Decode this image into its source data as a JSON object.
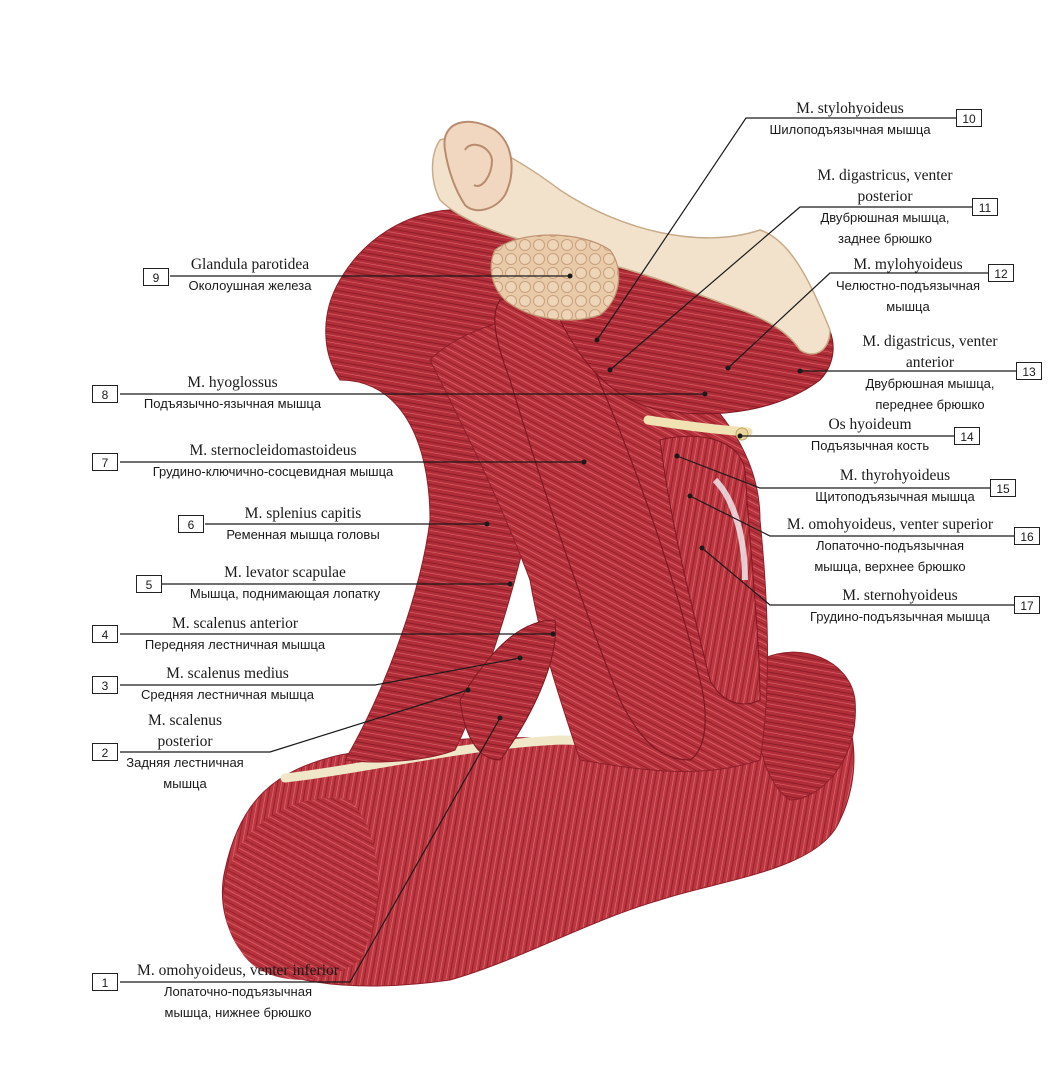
{
  "labels": [
    {
      "number": "1",
      "latin": "M. omohyoideus, venter inferior",
      "russian": "Лопаточно-подъязычная мышца, нижнее брюшко"
    },
    {
      "number": "2",
      "latin": "M. scalenus posterior",
      "russian": "Задняя лестничная мышца"
    },
    {
      "number": "3",
      "latin": "M. scalenus medius",
      "russian": "Средняя лестничная мышца"
    },
    {
      "number": "4",
      "latin": "M. scalenus anterior",
      "russian": "Передняя лестничная мышца"
    },
    {
      "number": "5",
      "latin": "M. levator scapulae",
      "russian": "Мышца, поднимающая лопатку"
    },
    {
      "number": "6",
      "latin": "M. splenius capitis",
      "russian": "Ременная мышца головы"
    },
    {
      "number": "7",
      "latin": "M. sternocleidomastoideus",
      "russian": "Грудино-ключично-сосцевидная мышца"
    },
    {
      "number": "8",
      "latin": "M. hyoglossus",
      "russian": "Подъязычно-язычная мышца"
    },
    {
      "number": "9",
      "latin": "Glandula parotidea",
      "russian": "Околоушная железа"
    },
    {
      "number": "10",
      "latin": "M. stylohyoideus",
      "russian": "Шилоподъязычная мышца"
    },
    {
      "number": "11",
      "latin": "M. digastricus, venter posterior",
      "russian": "Двубрюшная мышца, заднее брюшко"
    },
    {
      "number": "12",
      "latin": "M. mylohyoideus",
      "russian": "Челюстно-подъязычная мышца"
    },
    {
      "number": "13",
      "latin": "M. digastricus, venter anterior",
      "russian": "Двубрюшная мышца, переднее брюшко"
    },
    {
      "number": "14",
      "latin": "Os hyoideum",
      "russian": "Подъязычная кость"
    },
    {
      "number": "15",
      "latin": "M. thyrohyoideus",
      "russian": "Щитоподъязычная мышца"
    },
    {
      "number": "16",
      "latin": "M. omohyoideus, venter superior",
      "russian": "Лопаточно-подъязычная мышца, верхнее брюшко"
    },
    {
      "number": "17",
      "latin": "M. sternohyoideus",
      "russian": "Грудино-подъязычная мышца"
    }
  ],
  "colors": {
    "muscle": "#b8323c",
    "muscle_dark": "#8e1f2a",
    "muscle_light": "#d9616a",
    "tendon": "#eef0f2",
    "gland": "#e6c8a6",
    "skin": "#f3e3cf",
    "bone": "#eedcaa",
    "leader": "#1a1a1a"
  }
}
